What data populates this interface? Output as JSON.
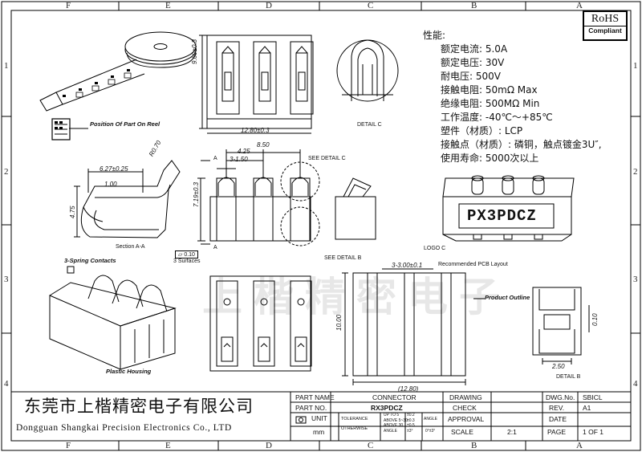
{
  "zones": {
    "top": [
      "F",
      "E",
      "D",
      "C",
      "B",
      "A"
    ],
    "side": [
      "1",
      "2",
      "3",
      "4"
    ]
  },
  "rohs": {
    "title": "RoHS",
    "subtitle": "Compliant"
  },
  "specs": {
    "heading": "性能:",
    "lines": [
      "额定电流: 5.0A",
      "额定电压: 30V",
      "耐电压: 500V",
      "接触电阻: 50mΩ Max",
      "绝缘电阻: 500MΩ Min",
      "工作温度: -40℃～+85℃",
      "塑件（材质）: LCP",
      "接触点（材质）: 磷铜，触点镀金3U″,",
      "使用寿命: 5000次以上"
    ]
  },
  "labels": {
    "reel": "Position Of Part On Reel",
    "detail_c": "DETAIL C",
    "detail_b": "DETAIL B",
    "see_detail_c": "SEE DETAIL C",
    "see_detail_b": "SEE DETAIL B",
    "section": "Section A-A",
    "surfaces": "3 Surfaces",
    "flatness": "0.10",
    "spring": "3-Spring Contacts",
    "housing": "Plastic Housing",
    "pcb": "Recommended PCB Layout",
    "outline": "Product Outline",
    "logo": "LOGO C",
    "marking": "PX3PDCZ",
    "section_mark_a": "A"
  },
  "dims": {
    "width_top": "12.80±0.3",
    "height_top": "9.60±0.3",
    "pitch": "8.50",
    "d425": "4.25",
    "d150": "3-1.50",
    "d627": "6.27±0.25",
    "r070": "R0.70",
    "d100": "1.00",
    "d475": "4.75",
    "d719": "7.19±0.3",
    "pcb_pitch": "3-3.00±0.1",
    "pcb_h": "10.00",
    "pcb_w": "(12.80)",
    "det_b_w": "2.50",
    "det_b_h": "0.10"
  },
  "company": {
    "cn": "东莞市上楷精密电子有限公司",
    "en": "Dongguan Shangkai Precision Electronics Co., LTD",
    "watermark": "上楷精密电子"
  },
  "title_block": {
    "part_name_label": "PART NAME",
    "part_name": "CONNECTOR",
    "part_no_label": "PART NO.",
    "part_no": "RX3PDCZ",
    "unit_label": "UNIT",
    "unit": "mm",
    "tolerance_label": "TOLERANCE",
    "otherwise_label": "OTHERWISE",
    "tol_rows": [
      "UP TO 5",
      "ABOVE 5~30",
      "ABOVE 30",
      "ANGLE"
    ],
    "tol_vals": [
      "±0.2",
      "±0.3",
      "±0.5",
      "±3°"
    ],
    "angle_label": "ANGLE",
    "angle_val": "0°±3°",
    "drawing": "DRAWING",
    "check": "CHECK",
    "approval": "APPROVAL",
    "scale_label": "SCALE",
    "scale": "2:1",
    "dwg_no_label": "DWG.No.",
    "dwg_no": "SBICL",
    "rev_label": "REV.",
    "rev": "A1",
    "date_label": "DATE",
    "page_label": "PAGE",
    "page": "1 OF 1"
  }
}
